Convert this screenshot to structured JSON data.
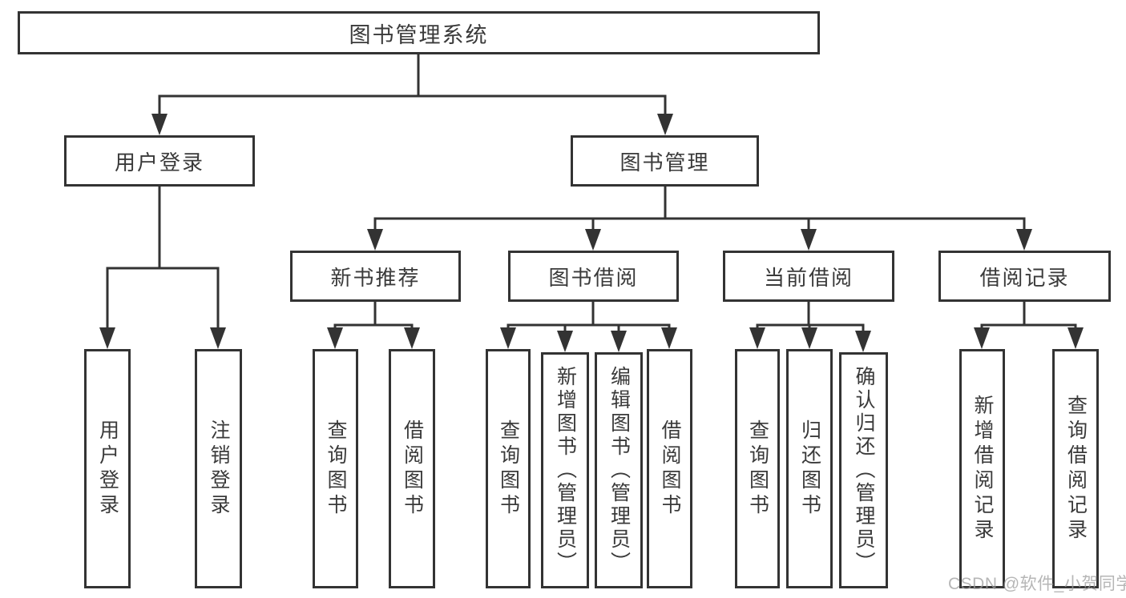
{
  "diagram": {
    "type": "hierarchy-tree",
    "root": {
      "label": "图书管理系统"
    },
    "branches": [
      {
        "label": "用户登录",
        "children": [
          {
            "label": "用户登录"
          },
          {
            "label": "注销登录"
          }
        ]
      },
      {
        "label": "图书管理",
        "children": [
          {
            "label": "新书推荐",
            "children": [
              {
                "label": "查询图书"
              },
              {
                "label": "借阅图书"
              }
            ]
          },
          {
            "label": "图书借阅",
            "children": [
              {
                "label": "查询图书"
              },
              {
                "label": "新增图书（管理员）"
              },
              {
                "label": "编辑图书（管理员）"
              },
              {
                "label": "借阅图书"
              }
            ]
          },
          {
            "label": "当前借阅",
            "children": [
              {
                "label": "查询图书"
              },
              {
                "label": "归还图书"
              },
              {
                "label": "确认归还（管理员）"
              }
            ]
          },
          {
            "label": "借阅记录",
            "children": [
              {
                "label": "新增借阅记录"
              },
              {
                "label": "查询借阅记录"
              }
            ]
          }
        ]
      }
    ]
  },
  "watermark": {
    "text": "CSDN @软件_小贺同学"
  },
  "colors": {
    "background": "#ffffff",
    "line": "#333333",
    "box_border": "#333333",
    "text": "#3a3a3a",
    "watermark": "#9e9e9e"
  }
}
